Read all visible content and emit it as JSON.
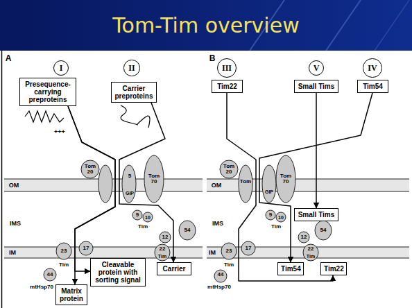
{
  "diagram": {
    "title": "Tom-Tim overview",
    "nodes": [
      {
        "text": [
          "I"
        ]
      },
      {
        "text": [
          "Presequence-carrying preproteins"
        ]
      },
      {
        "text": [
          "II"
        ]
      },
      {
        "text": [
          "Carrier preproteins"
        ]
      },
      {
        "text": [
          "Cleavable protein with sorting signal"
        ]
      },
      {
        "text": [
          "Carrier"
        ]
      },
      {
        "text": [
          "Matrix protein"
        ]
      },
      {
        "text": [
          "III"
        ]
      },
      {
        "text": [
          "V"
        ]
      },
      {
        "text": [
          "IV"
        ]
      },
      {
        "text": [
          "Tim22"
        ]
      },
      {
        "text": [
          "Small Tims"
        ]
      },
      {
        "text": [
          "Tim54"
        ]
      },
      {
        "text": [
          "Small Tims"
        ]
      },
      {
        "text": [
          "Tim54"
        ]
      },
      {
        "text": [
          "Tim22"
        ]
      }
    ],
    "edges": [
      {
        "from": 1,
        "to": 6,
        "arrow": "to"
      },
      {
        "from": 1,
        "to": 4,
        "arrow": "to"
      },
      {
        "from": 3,
        "to": 5,
        "arrow": "to"
      },
      {
        "from": 10,
        "to": 15,
        "arrow": "to"
      },
      {
        "from": 11,
        "to": 13,
        "arrow": "to"
      },
      {
        "from": 12,
        "to": 14,
        "arrow": "to"
      }
    ],
    "labels": [
      "A",
      "+++",
      "OM",
      "IMS",
      "IM",
      "Tom 20",
      "5",
      "GIP",
      "Tom 70",
      "9",
      "10",
      "Tim",
      "12",
      "54",
      "22",
      "Tim",
      "23",
      "17",
      "Tim",
      "44",
      "mtHsp70",
      "B",
      "OM",
      "IMS",
      "IM",
      "Tom 20",
      "Tom",
      "GIP",
      "Tom 70",
      "9",
      "10",
      "Tim",
      "12",
      "54",
      "22",
      "Tim",
      "23",
      "17",
      "Tim",
      "44",
      "mtHsp70"
    ]
  }
}
